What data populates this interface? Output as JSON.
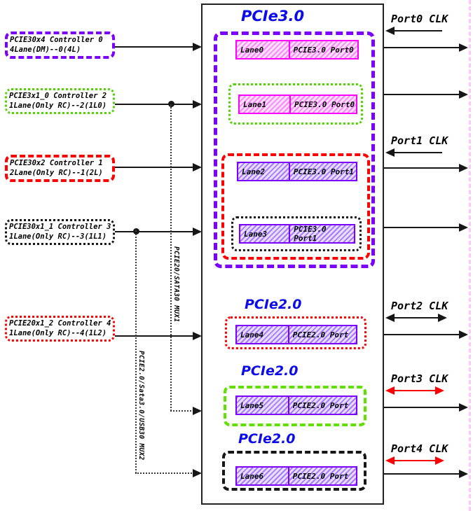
{
  "colors": {
    "purple": "#7B00FF",
    "magenta": "#FF00FF",
    "green": "#4ED400",
    "lime": "#5FE000",
    "red": "#FF0000",
    "black": "#161616",
    "blue": "#0B0BEB",
    "pinkedge": "#FFB5F5"
  },
  "controllers": [
    {
      "line1": "PCIE30x4 Controller 0",
      "line2": "4Lane(DM)--0(4L)"
    },
    {
      "line1": "PCIE3x1_0 Controller 2",
      "line2": "1Lane(Only RC)--2(1L0)"
    },
    {
      "line1": "PCIE30x2 Controller 1",
      "line2": "2Lane(Only RC)--1(2L)"
    },
    {
      "line1": "PCIE30x1_1 Controller 3",
      "line2": "1Lane(Only RC)--3(1L1)"
    },
    {
      "line1": "PCIE20x1_2 Controller 4",
      "line2": "1Lane(Only RC)--4(1L2)"
    }
  ],
  "sections": {
    "pcie3_title": "PCIe3.0",
    "pcie2_title_1": "PCIe2.0",
    "pcie2_title_2": "PCIe2.0",
    "pcie2_title_3": "PCIe2.0"
  },
  "lanes": [
    {
      "name": "Lane0",
      "port": "PCIE3.0 Port0"
    },
    {
      "name": "Lane1",
      "port": "PCIE3.0 Port0"
    },
    {
      "name": "Lane2",
      "port": "PCIE3.0 Port1"
    },
    {
      "name": "Lane3",
      "port": "PCIE3.0 Port1"
    },
    {
      "name": "Lane4",
      "port": "PCIE2.0 Port"
    },
    {
      "name": "Lane5",
      "port": "PCIE2.0 Port"
    },
    {
      "name": "Lane6",
      "port": "PCIE2.0 Port"
    }
  ],
  "clocks": [
    {
      "label": "Port0 CLK",
      "direction": "left",
      "color": "black"
    },
    {
      "label": "Port1 CLK",
      "direction": "left",
      "color": "black"
    },
    {
      "label": "Port2 CLK",
      "direction": "both",
      "color": "black"
    },
    {
      "label": "Port3 CLK",
      "direction": "both",
      "color": "red"
    },
    {
      "label": "Port4 CLK",
      "direction": "both",
      "color": "red"
    }
  ],
  "muxes": [
    {
      "label": "PCIE20/SATA30 MUX1"
    },
    {
      "label": "PCIE2.0/Sata3.0/USB30 MUX2"
    }
  ]
}
